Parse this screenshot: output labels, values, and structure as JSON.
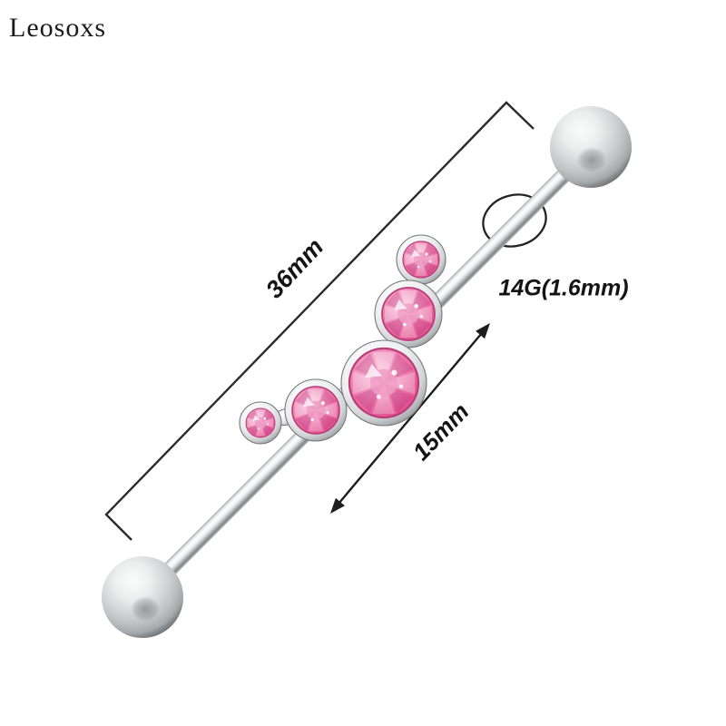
{
  "brand": {
    "logo_text": "Leosoxs"
  },
  "annotations": {
    "total_length": "36mm",
    "wearable_length": "15mm",
    "gauge": "14G(1.6mm)"
  },
  "product": {
    "type": "industrial barbell piercing with pink crystals",
    "gem_count": 5,
    "gem_color": "#e9679f",
    "metal_color": "#c9cbcd",
    "annotation_color": "#1d1d1d",
    "background_color": "#ffffff"
  }
}
